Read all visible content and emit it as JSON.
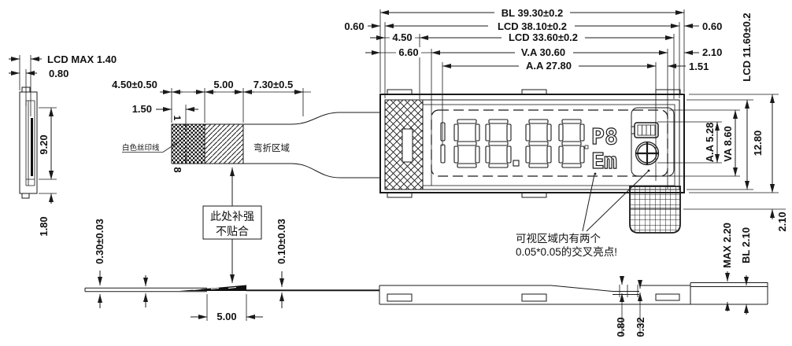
{
  "drawing": {
    "type": "LCD module dimensional drawing",
    "units": "mm"
  },
  "dims": {
    "top": {
      "bl": "BL 39.30±0.2",
      "lcd38": "LCD 38.10±0.2",
      "lcd33": "LCD 33.60±0.2",
      "va": "V.A 30.60",
      "aa": "A.A 27.80",
      "m060l": "0.60",
      "m060r": "0.60",
      "o450": "4.50",
      "o660": "6.60",
      "g210": "2.10",
      "g151": "1.51"
    },
    "right": {
      "lcd": "LCD 11.60±0.2",
      "aa": "A.A 5.28",
      "va": "VA 8.60",
      "total": "12.80",
      "tail": "2.10",
      "max": "MAX 2.20",
      "bl": "BL 2.10"
    },
    "side": {
      "max": "LCD MAX 1.40",
      "d080": "0.80",
      "d920": "9.20",
      "d180": "1.80"
    },
    "fpc": {
      "contact": "4.50±0.50",
      "stiff": "5.00",
      "bend": "7.30±0.5",
      "d150": "1.50",
      "pitch": "1",
      "pins": "8"
    },
    "bottom": {
      "t030": "0.30±0.03",
      "t010": "0.10±0.03",
      "len5": "5.00",
      "s080": "0.80",
      "s032": "0.32"
    }
  },
  "notes": {
    "silkscreen": "白色丝印线",
    "bend_area": "弯折区域",
    "reinforce_line1": "此处补强",
    "reinforce_line2": "不贴合",
    "hotspot_line1": "可视区域内有两个",
    "hotspot_line2": "0.05*0.05的交叉亮点!"
  },
  "display": {
    "leading_digit": "1",
    "digits": "88.88",
    "annunciators": {
      "p": "P",
      "eight": "8",
      "e": "E",
      "m": "m"
    },
    "icons": [
      "battery-icon",
      "crosshair-icon"
    ]
  },
  "colors": {
    "line": "#1a1a1a",
    "bg": "#ffffff"
  }
}
